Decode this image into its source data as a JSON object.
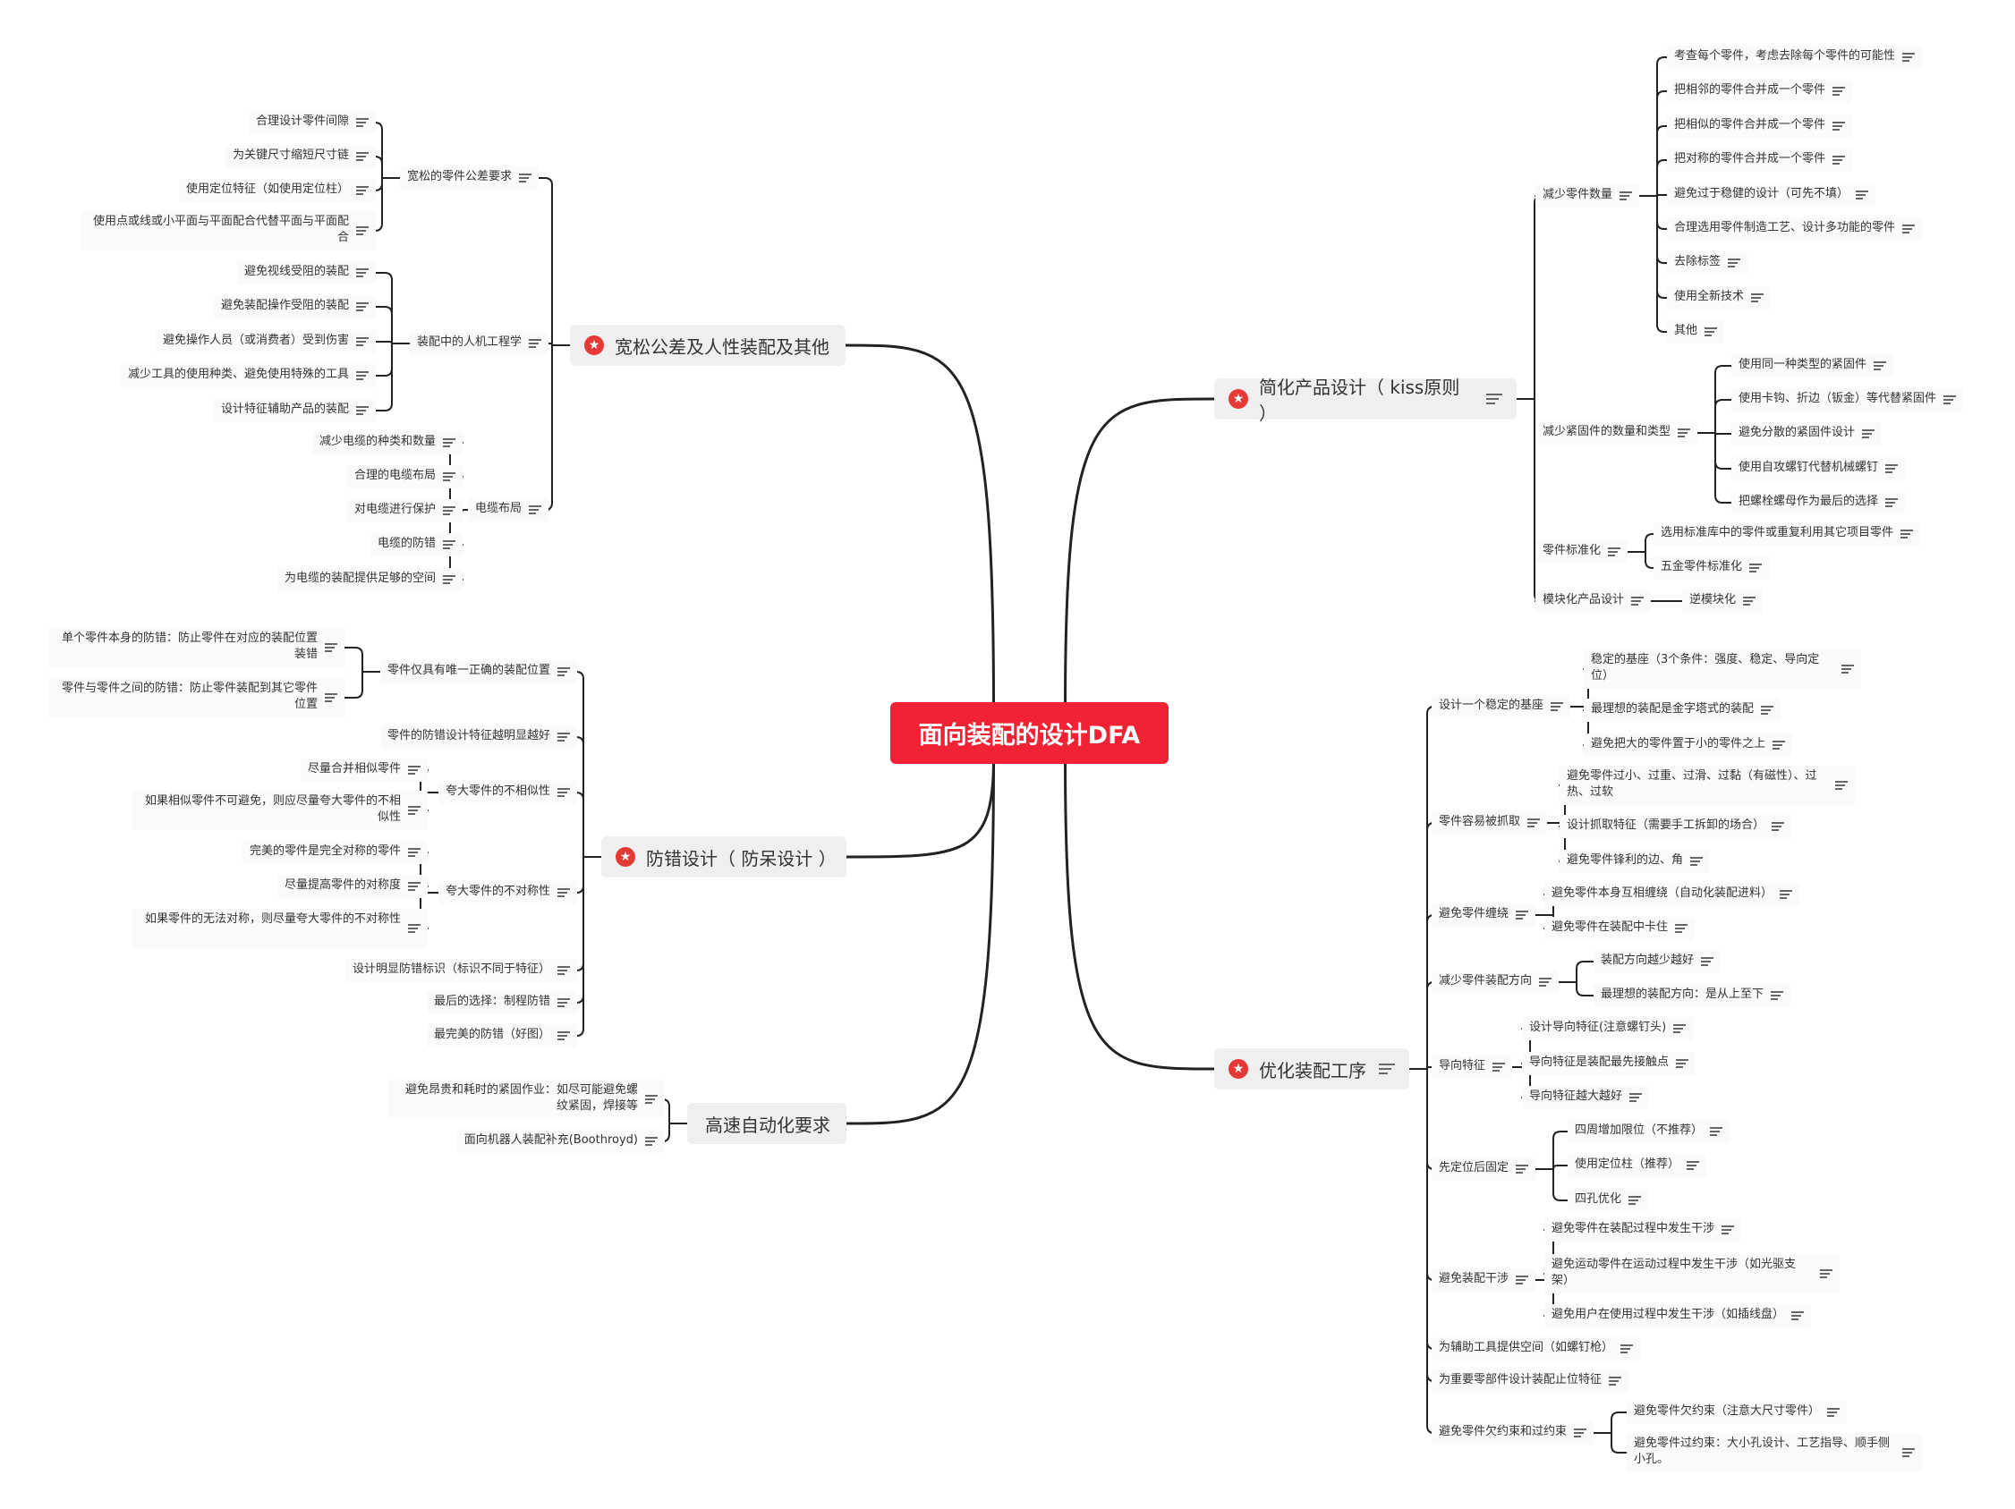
{
  "root": "面向装配的设计DFA",
  "main": {
    "m1": "宽松公差及人性装配及其他",
    "m2": "防错设计（  防呆设计 ）",
    "m3": "高速自动化要求",
    "m4": "简化产品设计（ kiss原则 ）",
    "m5": "优化装配工序"
  },
  "nodes": {
    "a1": "宽松的零件公差要求",
    "a1_1": "合理设计零件间隙",
    "a1_2": "为关键尺寸缩短尺寸链",
    "a1_3": "使用定位特征（如使用定位柱）",
    "a1_4": "使用点或线或小平面与平面配合代替平面与平面配合",
    "a2": "装配中的人机工程学",
    "a2_1": "避免视线受阻的装配",
    "a2_2": "避免装配操作受阻的装配",
    "a2_3": "避免操作人员（或消费者）受到伤害",
    "a2_4": "减少工具的使用种类、避免使用特殊的工具",
    "a2_5": "设计特征辅助产品的装配",
    "a3": "电缆布局",
    "a3_1": "减少电缆的种类和数量",
    "a3_2": "合理的电缆布局",
    "a3_3": "对电缆进行保护",
    "a3_4": "电缆的防错",
    "a3_5": "为电缆的装配提供足够的空间",
    "b1": "零件仅具有唯一正确的装配位置",
    "b1_1": "单个零件本身的防错：防止零件在对应的装配位置装错",
    "b1_2": "零件与零件之间的防错：防止零件装配到其它零件位置",
    "b2": "零件的防错设计特征越明显越好",
    "b3": "夸大零件的不相似性",
    "b3_1": "尽量合并相似零件",
    "b3_2": "如果相似零件不可避免，则应尽量夸大零件的不相似性",
    "b4": "夸大零件的不对称性",
    "b4_1": "完美的零件是完全对称的零件",
    "b4_2": "尽量提高零件的对称度",
    "b4_3": "如果零件的无法对称，则尽量夸大零件的不对称性",
    "b5": "设计明显防错标识（标识不同于特征）",
    "b6": "最后的选择：制程防错",
    "b7": "最完美的防错（好图）",
    "c1": "避免昂贵和耗时的紧固作业：如尽可能避免螺纹紧固，焊接等",
    "c2": "面向机器人装配补充(Boothroyd)",
    "d1": "减少零件数量",
    "d1_1": "考查每个零件，考虑去除每个零件的可能性",
    "d1_2": " 把相邻的零件合并成一个零件",
    "d1_3": "把相似的零件合并成一个零件",
    "d1_4": "把对称的零件合并成一个零件",
    "d1_5": "避免过于稳健的设计（可先不填）",
    "d1_6": "合理选用零件制造工艺、设计多功能的零件",
    "d1_7": "去除标签",
    "d1_8": "使用全新技术",
    "d1_9": "其他",
    "d2": "减少紧固件的数量和类型",
    "d2_1": "使用同一种类型的紧固件",
    "d2_2": "使用卡钩、折边（钣金）等代替紧固件",
    "d2_3": "避免分散的紧固件设计",
    "d2_4": "使用自攻螺钉代替机械螺钉",
    "d2_5": "把螺栓螺母作为最后的选择",
    "d3": "零件标准化",
    "d3_1": "选用标准库中的零件或重复利用其它项目零件",
    "d3_2": "五金零件标准化",
    "d4": "模块化产品设计",
    "d4_1": "逆模块化",
    "e1": "设计一个稳定的基座",
    "e1_1": "稳定的基座（3个条件：强度、稳定、导向定位）",
    "e1_2": "最理想的装配是金字塔式的装配",
    "e1_3": "避免把大的零件置于小的零件之上",
    "e2": "零件容易被抓取",
    "e2_1": "避免零件过小、过重、过滑、过黏（有磁性）、过热、过软",
    "e2_2": "设计抓取特征（需要手工拆卸的场合）",
    "e2_3": "避免零件锋利的边、角",
    "e3": "避免零件缠绕",
    "e3_1": "避免零件本身互相缠绕（自动化装配进料）",
    "e3_2": "避免零件在装配中卡住",
    "e4": "减少零件装配方向",
    "e4_1": "装配方向越少越好",
    "e4_2": "最理想的装配方向：是从上至下",
    "e5": "导向特征",
    "e5_1": "设计导向特征(注意螺钉头)",
    "e5_2": "导向特征是装配最先接触点",
    "e5_3": "导向特征越大越好",
    "e6": "先定位后固定",
    "e6_1": "四周增加限位（不推荐）",
    "e6_2": "使用定位柱（推荐）",
    "e6_3": "四孔优化",
    "e7": "避免装配干涉",
    "e7_1": "避免零件在装配过程中发生干涉",
    "e7_2": "避免运动零件在运动过程中发生干涉（如光驱支架）",
    "e7_3": "避免用户在使用过程中发生干涉（如插线盘）",
    "e8": "为辅助工具提供空间（如螺钉枪）",
    "e9": "为重要零部件设计装配止位特征",
    "e10": "避免零件欠约束和过约束",
    "e10_1": "避免零件欠约束（注意大尺寸零件）",
    "e10_2": "避免零件过约束：大小孔设计、工艺指导、顺手侧小孔。"
  },
  "colors": {
    "root": "#f02233",
    "main_bg": "#efefef",
    "line": "#222222",
    "star": "#e53935"
  }
}
